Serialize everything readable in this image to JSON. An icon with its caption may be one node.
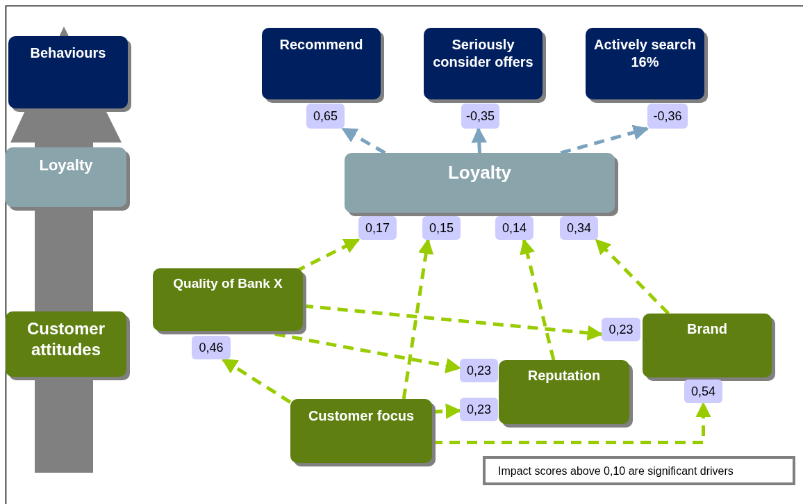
{
  "diagram": {
    "nodes": [
      {
        "text": [
          "Behaviours"
        ]
      },
      {
        "text": [
          "Loyalty"
        ]
      },
      {
        "text": [
          "Customer attitudes"
        ]
      },
      {
        "text": [
          "Recommend"
        ]
      },
      {
        "text": [
          "Seriously consider offers"
        ]
      },
      {
        "text": [
          "Actively search 16%"
        ]
      },
      {
        "text": [
          "0,65"
        ]
      },
      {
        "text": [
          "-0,35"
        ]
      },
      {
        "text": [
          "-0,36"
        ]
      },
      {
        "text": [
          "Loyalty"
        ]
      },
      {
        "text": [
          "0,17"
        ]
      },
      {
        "text": [
          "0,15"
        ]
      },
      {
        "text": [
          "0,14"
        ]
      },
      {
        "text": [
          "0,34"
        ]
      },
      {
        "text": [
          "Quality of Bank X"
        ]
      },
      {
        "text": [
          "0,46"
        ]
      },
      {
        "text": [
          "0,23"
        ]
      },
      {
        "text": [
          "Brand"
        ]
      },
      {
        "text": [
          "0,23"
        ]
      },
      {
        "text": [
          "Reputation"
        ]
      },
      {
        "text": [
          "Customer focus"
        ]
      },
      {
        "text": [
          "0,23"
        ]
      },
      {
        "text": [
          "0,54"
        ]
      }
    ],
    "edges": [
      {
        "from": 9,
        "to": 6,
        "arrow": "to",
        "style": "dashed",
        "color": "#7ba3bf"
      },
      {
        "from": 9,
        "to": 7,
        "arrow": "to",
        "color": "#7ba3bf"
      },
      {
        "from": 9,
        "to": 8,
        "arrow": "to",
        "style": "dashed",
        "color": "#7ba3bf"
      },
      {
        "from": 14,
        "to": 10,
        "arrow": "to",
        "style": "dashed"
      },
      {
        "from": 20,
        "to": 11,
        "arrow": "to",
        "style": "dashed"
      },
      {
        "from": 19,
        "to": 12,
        "arrow": "to",
        "style": "dashed"
      },
      {
        "from": 17,
        "to": 13,
        "arrow": "to",
        "style": "dashed"
      },
      {
        "from": 14,
        "to": 16,
        "arrow": "to",
        "style": "dashed"
      },
      {
        "from": 14,
        "to": 18,
        "arrow": "to",
        "style": "dashed"
      },
      {
        "from": 20,
        "to": 15,
        "arrow": "to",
        "style": "dashed"
      },
      {
        "from": 20,
        "to": 21,
        "arrow": "to",
        "style": "dashed"
      },
      {
        "from": 20,
        "to": 22,
        "arrow": "to",
        "style": "dashed"
      }
    ],
    "labels": [
      "Impact scores above 0,10 are significant drivers"
    ]
  }
}
